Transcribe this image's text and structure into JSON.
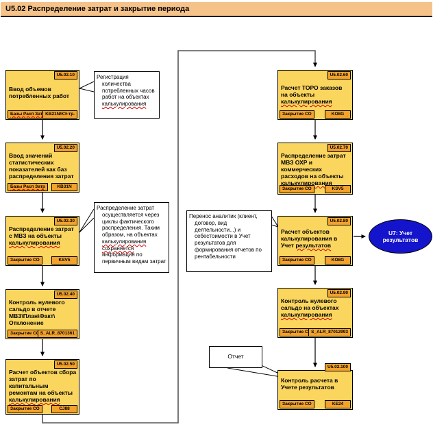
{
  "header": {
    "title": "U5.02  Распределение  затрат и закрытие периода"
  },
  "boxes": {
    "l1": {
      "id": "U5.02.10",
      "t1": "Ввод объемов потребленных работ",
      "t2": "",
      "tag_left": "Базы Расп Затр",
      "tag_right": "KB21N/КЭ-тр."
    },
    "l2": {
      "id": "U5.02.20",
      "t1": "Ввод значений статистических показателей как баз распределения затрат",
      "t2": "",
      "tag_left": "Базы Расп Затр",
      "tag_right": "KB31N"
    },
    "l3": {
      "id": "U5.02.30",
      "t1": "Распределение затрат  с МВЗ на объекты ",
      "t2": "калькулирования",
      "tag_left": "Закрытие  СО",
      "tag_right": "KSV5"
    },
    "l4": {
      "id": "U5.02.40",
      "t1": "Контроль нулевого сальдо в отчете МВЗ\\План\\Факт\\ Отклонение",
      "t2": "",
      "tag_left": "Закрытие  СО",
      "tag_right": "S_ALR_8701361"
    },
    "l5": {
      "id": "U5.02.50",
      "t1": "Расчет объектов сбора затрат по капитальным ремонтам на объекты ",
      "t2": "калькулирования",
      "tag_left": "Закрытие  СО",
      "tag_right": "CJ88"
    },
    "r1": {
      "id": "U5.02.60",
      "t1": "Расчет ТОРО заказов на объекты  ",
      "t2": "калькулирования",
      "tag_left": "Закрытие  СО",
      "tag_right": "KO8G"
    },
    "r2": {
      "id": "U5.02.70",
      "t1": "Распределение затрат МВЗ ОХР и коммерческих расходов на объекты ",
      "t2": "калькулирования",
      "tag_left": "Закрытие  СО",
      "tag_right": "KSV5"
    },
    "r3": {
      "id": "U5.02.80",
      "t1": "Расчет объектов калькулирования в Учет ",
      "t2": "результатов",
      "tag_left": "Закрытие  СО",
      "tag_right": "KO8G"
    },
    "r4": {
      "id": "U5.02.90",
      "t1": "Контроль нулевого сальдо на объектах ",
      "t2": "калькулирования",
      "tag_left": "Закрытие  СО",
      "tag_right": "S_ALR_87012993"
    },
    "r5": {
      "id": "U5.02.100",
      "t1": "Контроль расчета в Учете результатов",
      "t2": "",
      "tag_left": "Закрытие  СО",
      "tag_right": "KE24"
    }
  },
  "notes": {
    "n1": {
      "t1": "Регистрация количества потребленных часов работ на объектах ",
      "t2": "калькулирования",
      "t3": ""
    },
    "n2": {
      "t1": "Распределение затрат осуществляется через циклы фактического распределения.  Таким образом, на объектах ",
      "t2": "калькулирования сохраняется",
      "t3": " информация по первичным видам затрат"
    },
    "n3": {
      "t1": "Перенос  аналитик (клиент, договор, вид деятельности...) и себестоимости в  Учет результатов для формирования отчетов по рентабельности",
      "t2": "",
      "t3": ""
    },
    "report": {
      "label": "Отчет"
    }
  },
  "terminator": {
    "label": "U7: Учет результатов"
  },
  "colors": {
    "header_fill": "#F5C28A",
    "box_fill": "#FBD65F",
    "badge_fill": "#F2A22D",
    "terminator_fill": "#1414CC",
    "wavy_underline": "#D40000"
  }
}
